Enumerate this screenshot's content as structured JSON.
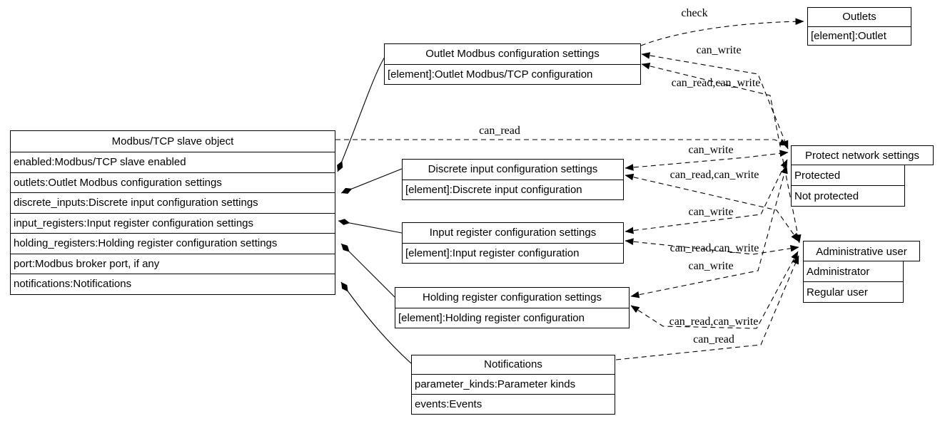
{
  "diagram": {
    "colors": {
      "line": "#000000",
      "background": "#ffffff",
      "text": "#000000"
    },
    "nodes": {
      "modbus_slave": {
        "title": "Modbus/TCP slave object",
        "rows": [
          "enabled:Modbus/TCP slave enabled",
          "outlets:Outlet Modbus configuration settings",
          "discrete_inputs:Discrete input configuration settings",
          "input_registers:Input register configuration settings",
          "holding_registers:Holding register configuration settings",
          "port:Modbus broker port, if any",
          "notifications:Notifications"
        ]
      },
      "outlet_config": {
        "title": "Outlet Modbus configuration settings",
        "rows": [
          "[element]:Outlet Modbus/TCP configuration"
        ]
      },
      "discrete_config": {
        "title": "Discrete input configuration settings",
        "rows": [
          "[element]:Discrete input configuration"
        ]
      },
      "input_config": {
        "title": "Input register configuration settings",
        "rows": [
          "[element]:Input register configuration"
        ]
      },
      "holding_config": {
        "title": "Holding register configuration settings",
        "rows": [
          "[element]:Holding register configuration"
        ]
      },
      "notifications": {
        "title": "Notifications",
        "rows": [
          "parameter_kinds:Parameter kinds",
          "events:Events"
        ]
      },
      "outlets": {
        "title": "Outlets",
        "rows": [
          "[element]:Outlet"
        ]
      },
      "protect_network": {
        "title": "Protect network settings",
        "rows": [
          "Protected",
          "Not protected"
        ]
      },
      "admin_user": {
        "title": "Administrative user",
        "rows": [
          "Administrator",
          "Regular user"
        ]
      }
    },
    "edge_labels": [
      {
        "id": "check",
        "label": "check"
      },
      {
        "id": "modbus-can-read",
        "label": "can_read"
      },
      {
        "id": "outlet-can-write",
        "label": "can_write"
      },
      {
        "id": "outlet-can-read-write",
        "label": "can_read,can_write"
      },
      {
        "id": "discrete-can-write",
        "label": "can_write"
      },
      {
        "id": "discrete-can-read-write",
        "label": "can_read,can_write"
      },
      {
        "id": "input-can-write",
        "label": "can_write"
      },
      {
        "id": "input-can-read-write",
        "label": "can_read,can_write"
      },
      {
        "id": "holding-can-write",
        "label": "can_write"
      },
      {
        "id": "holding-can-read-write",
        "label": "can_read,can_write"
      },
      {
        "id": "notifications-can-read",
        "label": "can_read"
      }
    ]
  }
}
